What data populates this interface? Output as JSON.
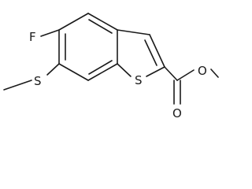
{
  "molecule": {
    "atoms": {
      "fluorine": "F",
      "sulfur_ring": "S",
      "sulfur_thioether": "S",
      "oxygen_carbonyl": "O",
      "oxygen_ester": "O"
    },
    "colors": {
      "bond": "#1a1a1a",
      "label": "#1a1a1a",
      "background": "#ffffff"
    }
  }
}
